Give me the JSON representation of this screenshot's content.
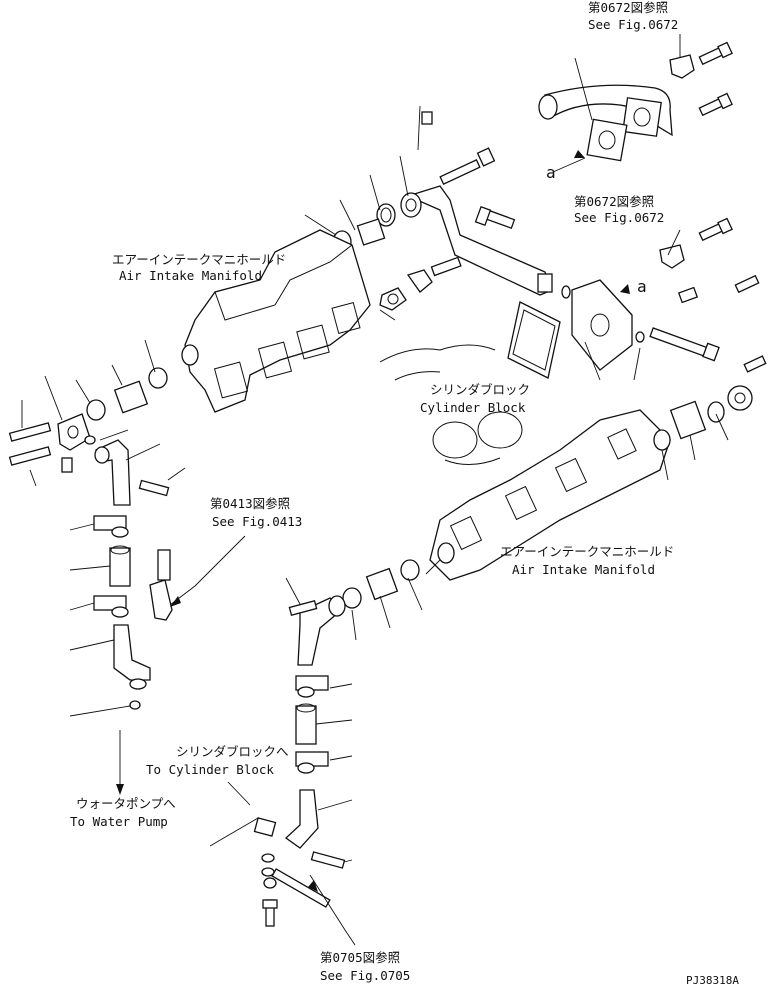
{
  "labels": {
    "fig0672_top_jp": "第0672図参照",
    "fig0672_top_en": "See Fig.0672",
    "fig0672_mid_jp": "第0672図参照",
    "fig0672_mid_en": "See Fig.0672",
    "manifold_upper_jp": "エアーインテークマニホールド",
    "manifold_upper_en": "Air Intake Manifold",
    "cylinder_block_jp": "シリンダブロック",
    "cylinder_block_en": "Cylinder Block",
    "fig0413_jp": "第0413図参照",
    "fig0413_en": "See Fig.0413",
    "manifold_lower_jp": "エアーインテークマニホールド",
    "manifold_lower_en": "Air Intake Manifold",
    "to_cyl_block_jp": "シリンダブロックへ",
    "to_cyl_block_en": "To Cylinder Block",
    "water_pump_jp": "ウォータポンプへ",
    "water_pump_en": "To Water Pump",
    "fig0705_jp": "第0705図参照",
    "fig0705_en": "See Fig.0705",
    "ref_a_upper": "a",
    "ref_a_mid": "a",
    "drawing_no": "PJ38318A"
  }
}
